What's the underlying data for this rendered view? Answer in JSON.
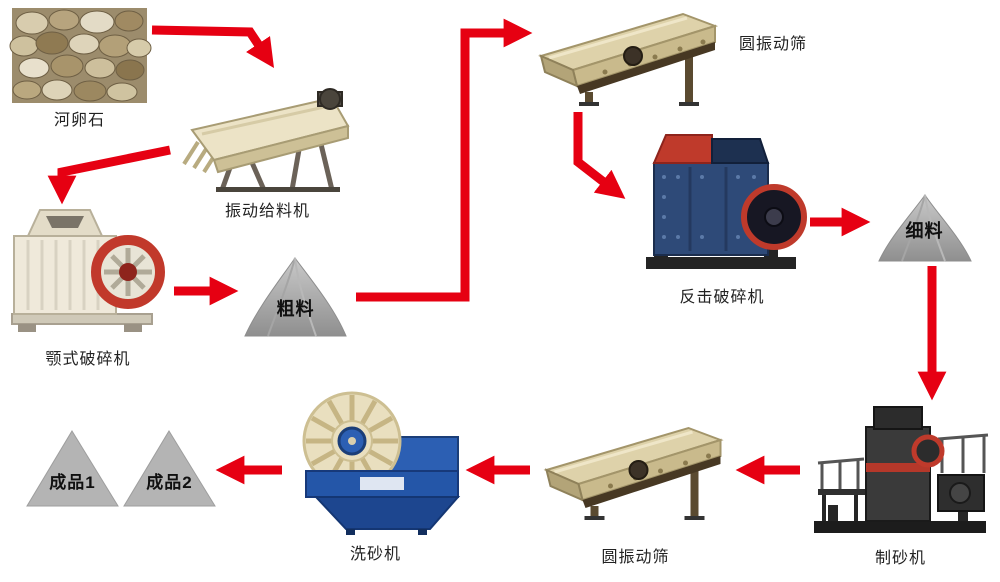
{
  "colors": {
    "arrow": "#e60012",
    "pile_gray": "#a9a9a9",
    "feeder_cream": "#ece3c6",
    "screen_beige": "#ded2aa",
    "washer_blue": "#2c5fb3",
    "impact_navy": "#2e4a78",
    "sandmaker_dark": "#3a3a3a",
    "wheel_red": "#bf3a2b"
  },
  "nodes": {
    "pebbles": {
      "label": "河卵石"
    },
    "feeder": {
      "label": "振动给料机"
    },
    "jaw_crusher": {
      "label": "颚式破碎机"
    },
    "coarse_material": {
      "label": "粗料"
    },
    "screen_top": {
      "label": "圆振动筛"
    },
    "impact_crusher": {
      "label": "反击破碎机"
    },
    "fine_material": {
      "label": "细料"
    },
    "sand_maker": {
      "label": "制砂机"
    },
    "screen_bottom": {
      "label": "圆振动筛"
    },
    "sand_washer": {
      "label": "洗砂机"
    },
    "product_2": {
      "label": "成品2"
    },
    "product_1": {
      "label": "成品1"
    }
  }
}
